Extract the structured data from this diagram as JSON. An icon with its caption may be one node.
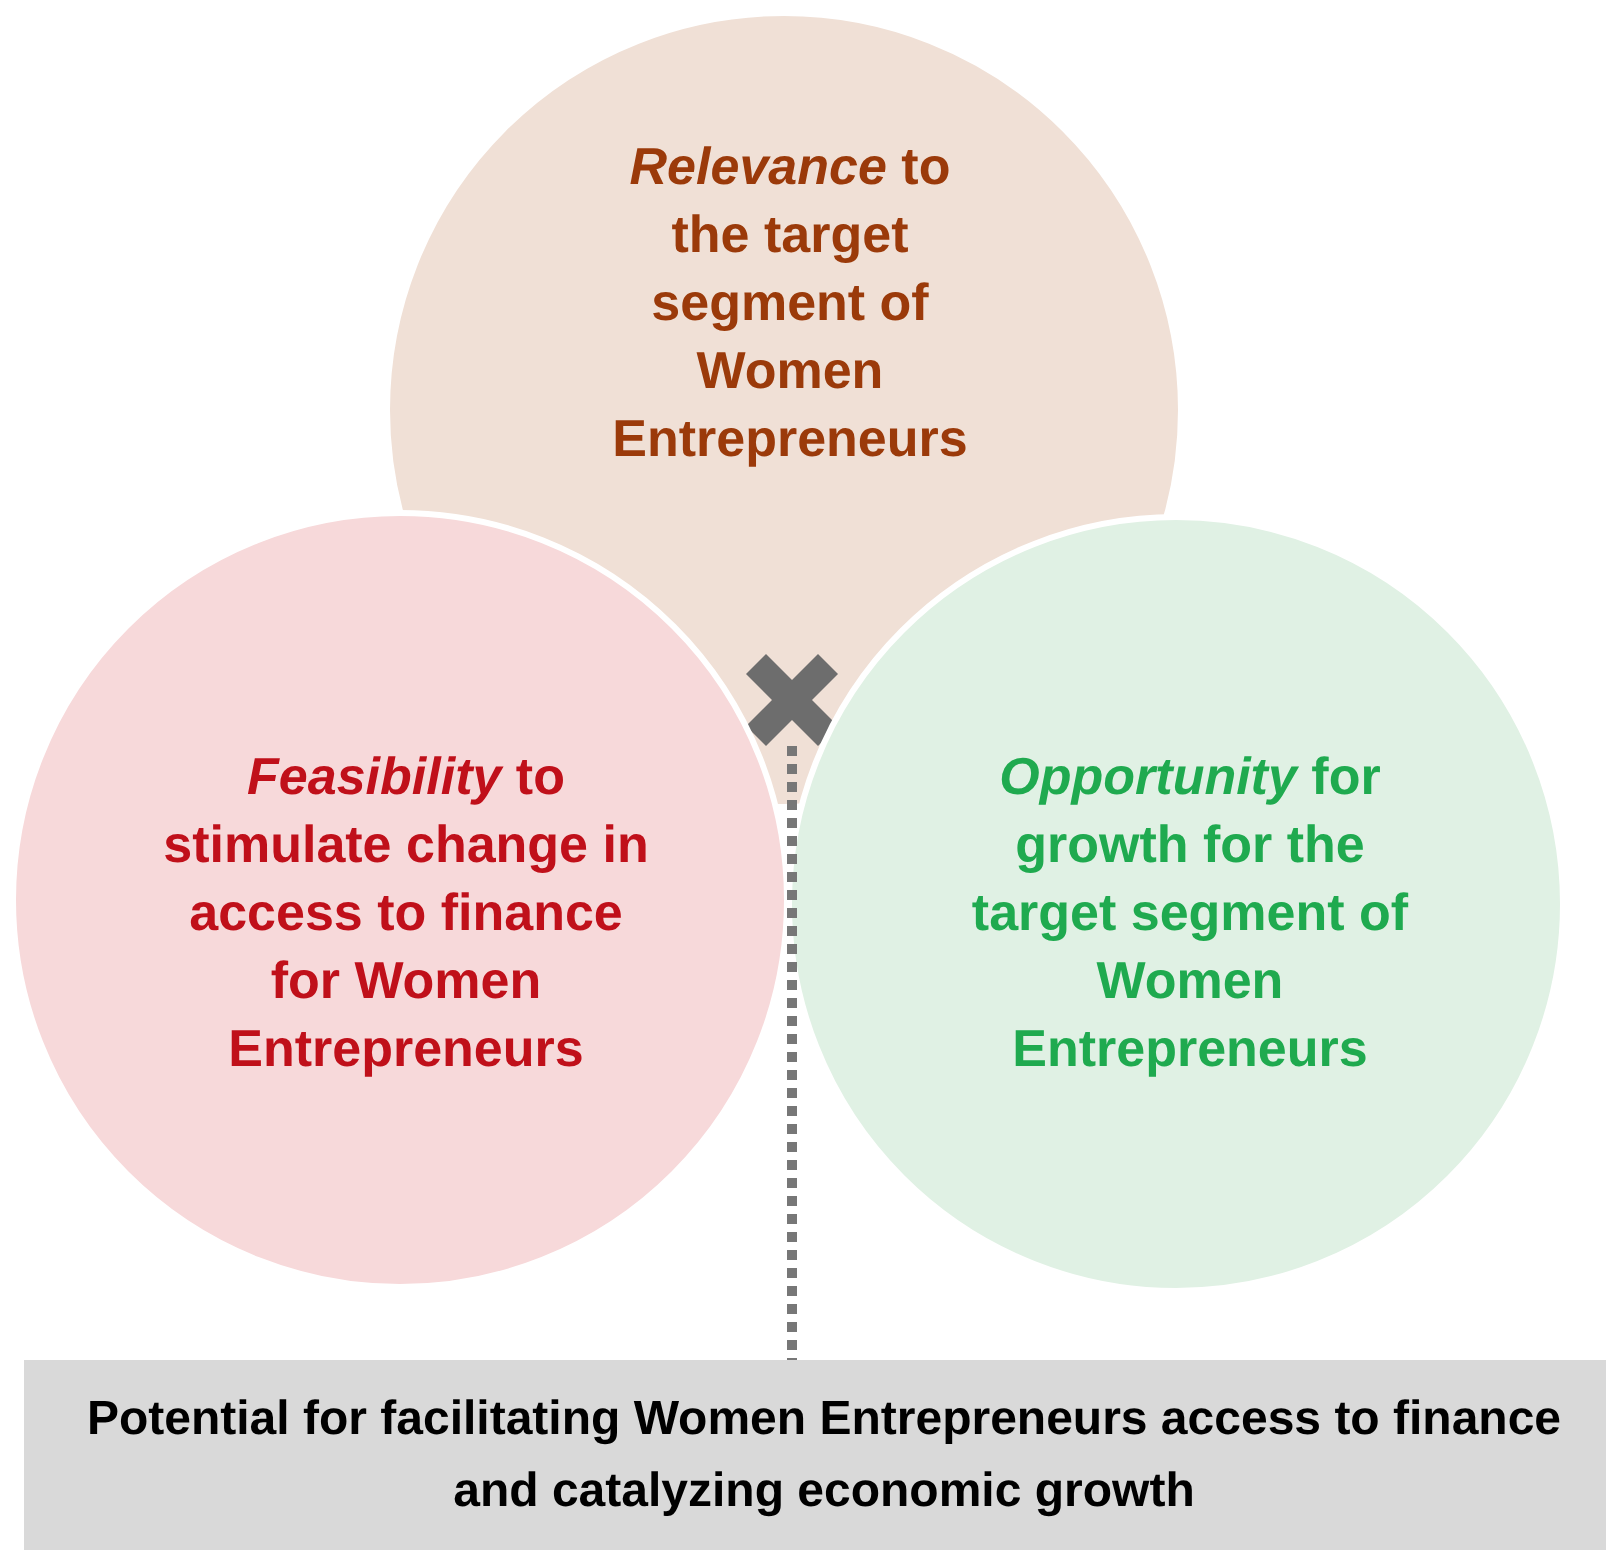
{
  "diagram": {
    "nodes": [
      {
        "text": [
          "*Relevance* to the target segment of Women Entrepreneurs"
        ]
      },
      {
        "text": [
          "*Feasibility* to stimulate change in access to finance for Women Entrepreneurs"
        ]
      },
      {
        "text": [
          "*Opportunity* for growth for the target segment of Women Entrepreneurs"
        ]
      },
      {
        "text": [],
        "shape": "cross",
        "in": 0
      },
      {
        "text": [
          "Potential for facilitating Women Entrepreneurs access to finance and catalyzing economic growth"
        ]
      }
    ],
    "edges": [
      {
        "from": 3,
        "to": 4,
        "arrow": "none",
        "style": "dashed"
      }
    ]
  }
}
